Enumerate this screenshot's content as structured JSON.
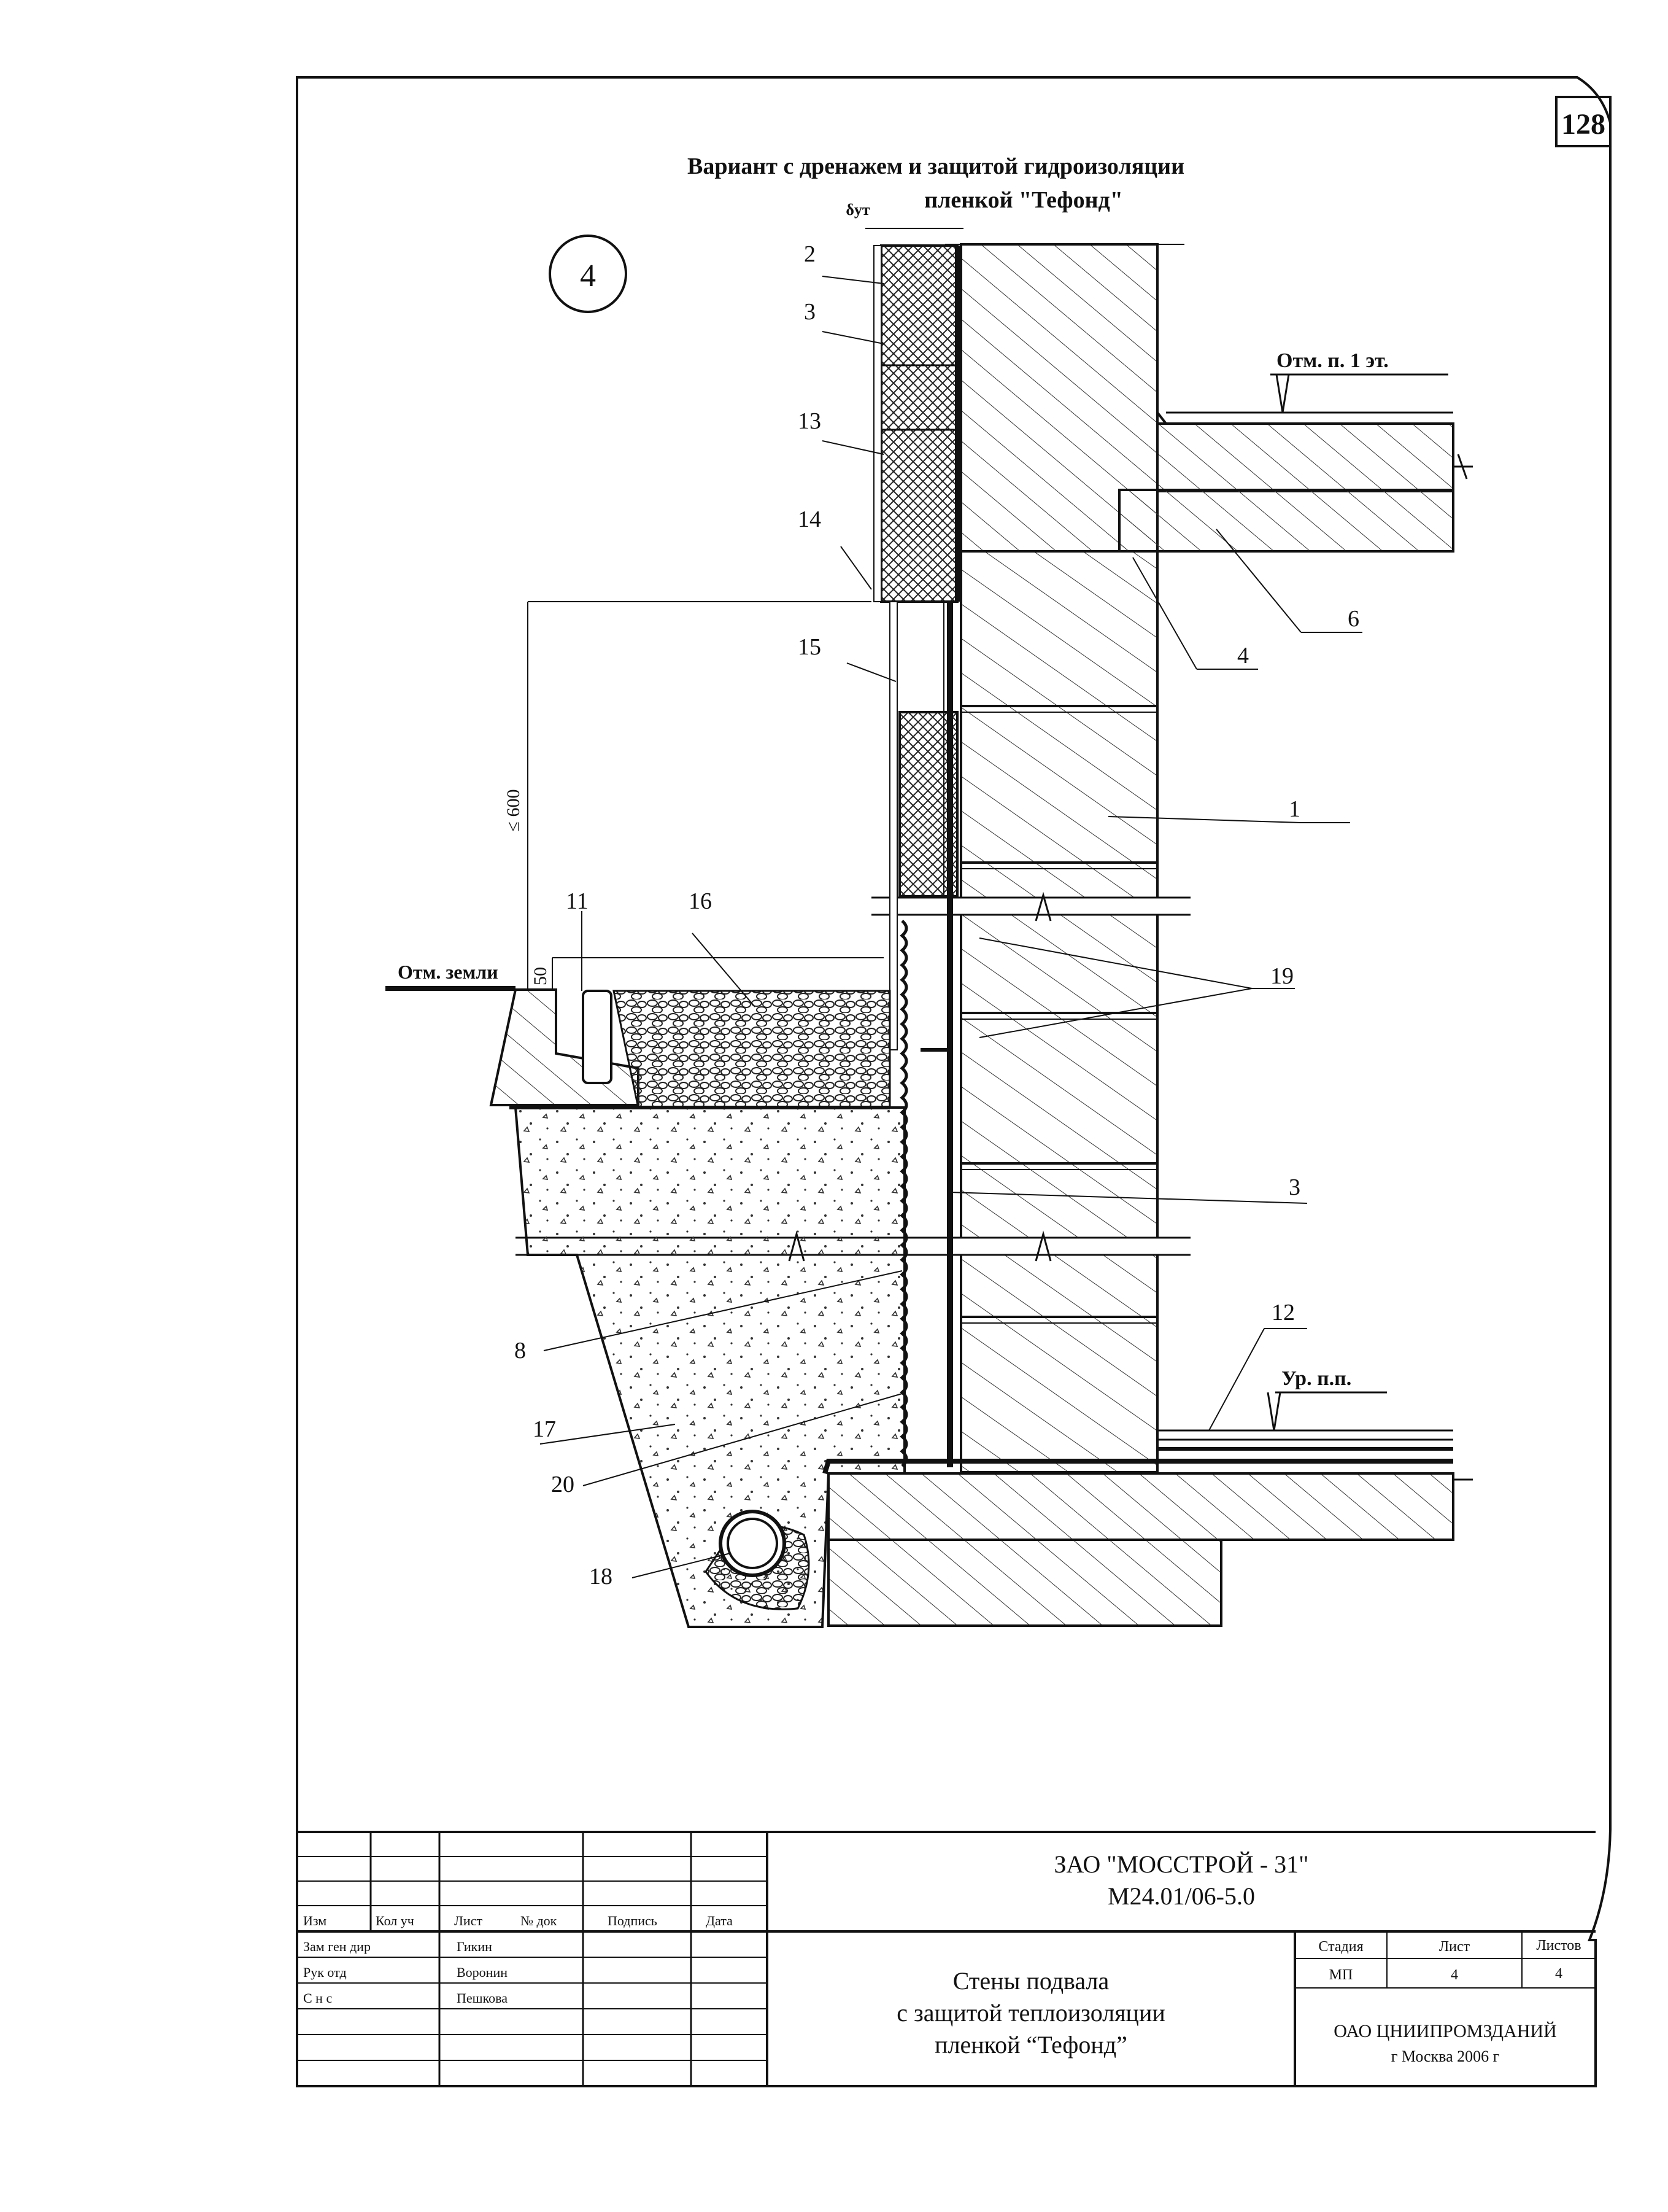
{
  "page_number": "128",
  "heading": {
    "line1": "Вариант с дренажем и защитой гидроизоляции",
    "line2": "пленкой \"Тефонд\""
  },
  "detail_number": "4",
  "delta_label": "δут",
  "elevations": {
    "floor1": "Отм. п. 1 эт.",
    "ground": "Отм. земли",
    "basement_floor": "Ур. п.п."
  },
  "dimensions": {
    "max_height": "≤ 600",
    "gap": "50"
  },
  "callouts": {
    "c2": "2",
    "c3_top": "3",
    "c13": "13",
    "c14": "14",
    "c15": "15",
    "c6": "6",
    "c4": "4",
    "c1": "1",
    "c11": "11",
    "c16": "16",
    "c19": "19",
    "c3_mid": "3",
    "c12": "12",
    "c8": "8",
    "c17": "17",
    "c20": "20",
    "c18": "18"
  },
  "title_block": {
    "company": "ЗАО \"МОССТРОЙ - 31\"",
    "document_code": "М24.01/06-5.0",
    "drawing_title": {
      "line1": "Стены подвала",
      "line2": "с защитой теплоизоляции",
      "line3": "пленкой “Тефонд”"
    },
    "headers": {
      "izm": "Изм",
      "kol_uch": "Кол уч",
      "list": "Лист",
      "doc_no": "№ док",
      "signature": "Подпись",
      "date": "Дата"
    },
    "roles": [
      {
        "role": "Зам ген дир",
        "name": "Гикин"
      },
      {
        "role": "Рук отд",
        "name": "Воронин"
      },
      {
        "role": "С н с",
        "name": "Пешкова"
      }
    ],
    "stage": {
      "stage_label": "Стадия",
      "sheet_label": "Лист",
      "sheets_label": "Листов",
      "stage_value": "МП",
      "sheet_value": "4",
      "sheets_value": "4"
    },
    "organization": "ОАО ЦНИИПРОМЗДАНИЙ",
    "city_year": "г Москва 2006 г"
  }
}
